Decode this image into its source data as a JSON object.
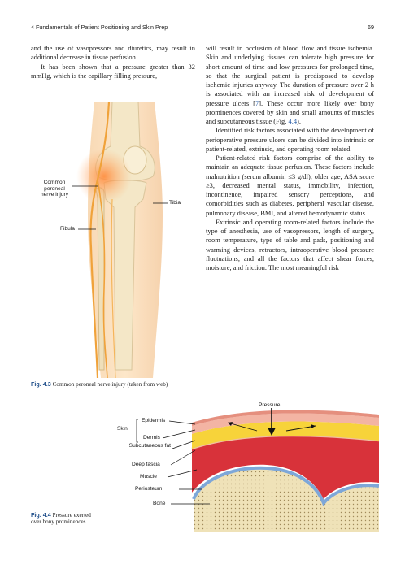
{
  "header": {
    "left": "4   Fundamentals of Patient Positioning and Skin Prep",
    "right": "69"
  },
  "left_column": {
    "p1": "and the use of vasopressors and diuretics, may result in additional decrease in tissue perfusion.",
    "p2": "It has been shown that a pressure greater than 32 mmHg, which is the capillary filling pressure,"
  },
  "right_column": {
    "p1_a": "will result in occlusion of blood flow and tissue ischemia. Skin and underlying tissues can tolerate high pressure for short amount of time and low pressures for prolonged time, so that the surgical patient is predisposed to develop ischemic injuries anyway. The duration of pressure over 2 h is associated with an increased risk of development of pressure ulcers [",
    "p1_ref": "7",
    "p1_b": "]. These occur more likely over bony prominences covered by skin and small amounts of muscles and subcutaneous tissue (Fig. ",
    "p1_figref": "4.4",
    "p1_c": ").",
    "p2": "Identified risk factors associated with the development of perioperative pressure ulcers can be divided into intrinsic or patient-related, extrinsic, and operating room related.",
    "p3": "Patient-related risk factors comprise of the ability to maintain an adequate tissue perfusion. These factors include malnutrition (serum albumin ≤3 g/dl), older age, ASA score ≥3, decreased mental status, immobility, infection, incontinence, impaired sensory perceptions, and comorbidities such as diabetes, peripheral vascular disease, pulmonary disease, BMI, and altered hemodynamic status.",
    "p4": "Extrinsic and operating room-related factors include the type of anesthesia, use of vasopressors, length of surgery, room temperature, type of table and pads, positioning and warming devices, retractors, intraoperative blood pressure fluctuations, and all the factors that affect shear forces, moisture, and friction. The most meaningful risk"
  },
  "figure_4_3": {
    "labels": {
      "common_peroneal": "Common peroneal nerve injury",
      "tibia": "Tibia",
      "fibula": "Fibula"
    },
    "caption_num": "Fig. 4.3",
    "caption_text": "Common peroneal nerve injury (taken from web)"
  },
  "figure_4_4": {
    "labels": {
      "pressure": "Pressure",
      "skin": "Skin",
      "epidermis": "Epidermis",
      "dermis": "Dermis",
      "subcutaneous_fat": "Subcutaneous fat",
      "deep_fascia": "Deep fascia",
      "muscle": "Muscle",
      "periosteum": "Periosteum",
      "bone": "Bone"
    },
    "caption_num": "Fig. 4.4",
    "caption_text": "Pressure exerted over bony prominences"
  },
  "colors": {
    "accent_blue": "#1f4e8a",
    "skin_pink": "#f3b4a3",
    "fat_yellow": "#f7d33a",
    "muscle_red": "#d8323a",
    "bone_beige": "#efe2b8",
    "nerve_orange": "#f0a23a"
  }
}
